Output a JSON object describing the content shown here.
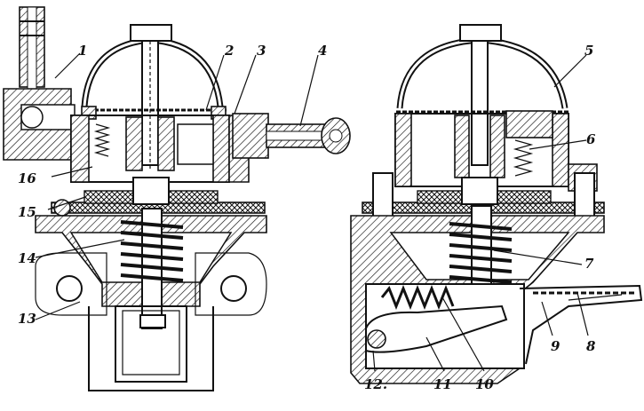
{
  "callouts": {
    "c1": "1",
    "c2": "2",
    "c3": "3",
    "c4": "4",
    "c5": "5",
    "c6": "6",
    "c7": "7",
    "c8": "8",
    "c9": "9",
    "c10": "10",
    "c11": "11",
    "c12": "12.",
    "c13": "13",
    "c14": "14",
    "c15": "15",
    "c16": "16"
  }
}
